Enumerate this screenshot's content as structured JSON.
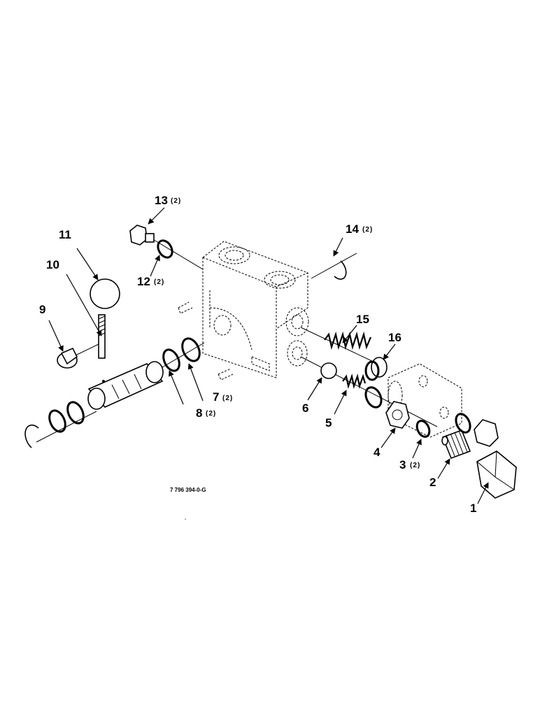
{
  "drawing_code": "7 796 394-0-G",
  "callouts": [
    {
      "id": "c1",
      "number": "1",
      "qty": ""
    },
    {
      "id": "c2",
      "number": "2",
      "qty": ""
    },
    {
      "id": "c3",
      "number": "3",
      "qty": "(2)"
    },
    {
      "id": "c4",
      "number": "4",
      "qty": ""
    },
    {
      "id": "c5",
      "number": "5",
      "qty": ""
    },
    {
      "id": "c6",
      "number": "6",
      "qty": ""
    },
    {
      "id": "c7",
      "number": "7",
      "qty": "(2)"
    },
    {
      "id": "c8",
      "number": "8",
      "qty": "(2)"
    },
    {
      "id": "c9",
      "number": "9",
      "qty": ""
    },
    {
      "id": "c10",
      "number": "10",
      "qty": ""
    },
    {
      "id": "c11",
      "number": "11",
      "qty": ""
    },
    {
      "id": "c12",
      "number": "12",
      "qty": "(2)"
    },
    {
      "id": "c13",
      "number": "13",
      "qty": "(2)"
    },
    {
      "id": "c14",
      "number": "14",
      "qty": "(2)"
    },
    {
      "id": "c15",
      "number": "15",
      "qty": ""
    },
    {
      "id": "c16",
      "number": "16",
      "qty": ""
    }
  ]
}
